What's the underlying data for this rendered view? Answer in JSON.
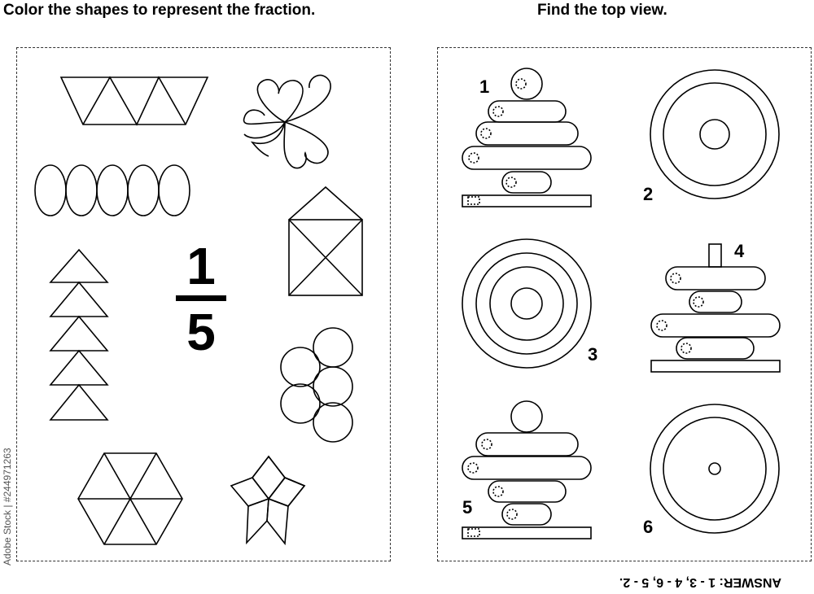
{
  "left_title": "Color the shapes to represent the fraction.",
  "right_title": "Find the top view.",
  "fraction": {
    "numerator": "1",
    "denominator": "5"
  },
  "labels": {
    "one": "1",
    "two": "2",
    "three": "3",
    "four": "4",
    "five": "5",
    "six": "6"
  },
  "answer": "ANSWER: 1 - 3, 4 - 6, 5 - 2.",
  "stock_id": "Adobe Stock | #244971263"
}
